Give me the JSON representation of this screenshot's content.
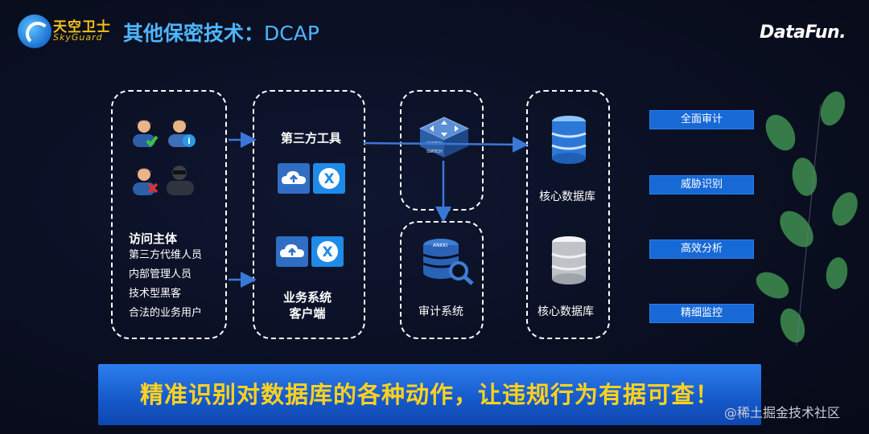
{
  "header": {
    "logo_cn": "天空卫士",
    "logo_en": "SkyGuard",
    "title_cn": "其他保密技术：",
    "title_en": "DCAP",
    "brand": "DataFun."
  },
  "diagram": {
    "subjects": {
      "heading": "访问主体",
      "items": [
        "第三方代维人员",
        "内部管理人员",
        "技术型黑客",
        "合法的业务用户"
      ]
    },
    "third_party_tools": "第三方工具",
    "business_client_line1": "业务系统",
    "business_client_line2": "客户端",
    "switch_label_1": "SWITCH",
    "switch_label_2": "SWITCH",
    "audit_system": "审计系统",
    "audit_icon_text": "ANKKI",
    "core_db_1": "核心数据库",
    "core_db_2": "核心数据库"
  },
  "tags": [
    "全面审计",
    "威胁识别",
    "高效分析",
    "精细监控"
  ],
  "banner": "精准识别对数据库的各种动作，让违规行为有据可查！",
  "watermark": "@稀土掘金技术社区",
  "colors": {
    "title": "#4db6ff",
    "logo": "#f3c018",
    "tag_bg": "#1769d6",
    "banner_text": "#ffd21e",
    "arrow": "#3a78d8"
  }
}
